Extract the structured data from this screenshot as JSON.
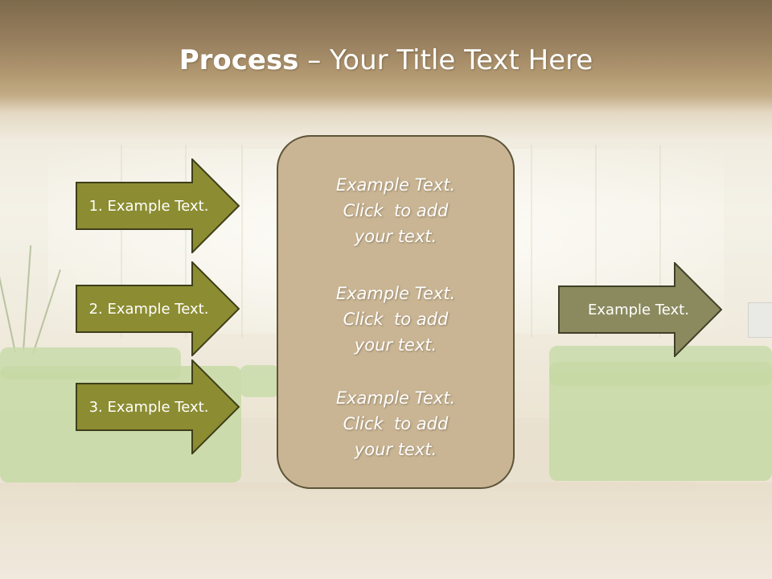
{
  "slide": {
    "title_bold": "Process",
    "title_rest": " – Your Title Text Here",
    "left_arrows": [
      {
        "label": "1. Example Text."
      },
      {
        "label": "2. Example Text."
      },
      {
        "label": "3. Example Text."
      }
    ],
    "center_blocks": [
      {
        "line1": "Example Text.",
        "line2": "Click  to add",
        "line3": "your text."
      },
      {
        "line1": "Example Text.",
        "line2": "Click  to add",
        "line3": "your text."
      },
      {
        "line1": "Example Text.",
        "line2": "Click  to add",
        "line3": "your text."
      }
    ],
    "output_arrow": {
      "label": "Example Text."
    }
  },
  "colors": {
    "left_arrow_fill": "#8c8c32",
    "left_arrow_stroke": "#3e3e1a",
    "output_arrow_fill": "#8b8a5f",
    "output_arrow_stroke": "#404028",
    "center_panel_fill": "#c9b594",
    "title_bar": "#9a8160"
  }
}
